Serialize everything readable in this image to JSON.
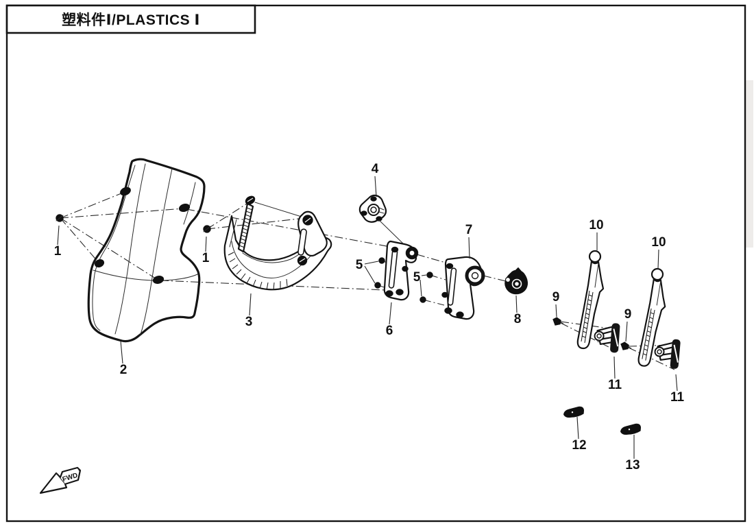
{
  "page": {
    "title": "塑料件Ⅰ/PLASTICS Ⅰ",
    "fwd_label": "FWD",
    "background": "#ffffff",
    "line_color": "#141414"
  },
  "callouts": [
    {
      "label": "1"
    },
    {
      "label": "1"
    },
    {
      "label": "2"
    },
    {
      "label": "3"
    },
    {
      "label": "4"
    },
    {
      "label": "5"
    },
    {
      "label": "5"
    },
    {
      "label": "6"
    },
    {
      "label": "7"
    },
    {
      "label": "8"
    },
    {
      "label": "9"
    },
    {
      "label": "9"
    },
    {
      "label": "10"
    },
    {
      "label": "10"
    },
    {
      "label": "11"
    },
    {
      "label": "11"
    },
    {
      "label": "12"
    },
    {
      "label": "13"
    }
  ]
}
